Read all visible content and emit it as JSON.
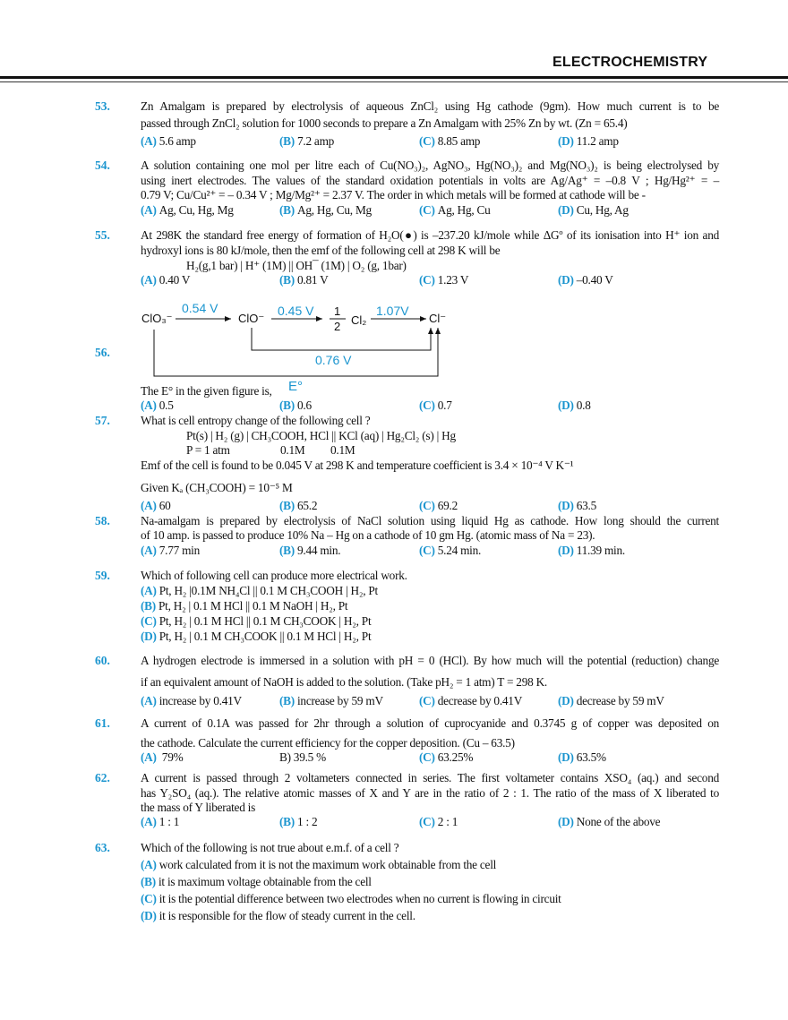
{
  "header": {
    "title": "ELECTROCHEMISTRY"
  },
  "colors": {
    "accent": "#1b95cf",
    "text": "#111111"
  },
  "questions": [
    {
      "number": "53.",
      "lines": [
        "Zn Amalgam is prepared by electrolysis of aqueous ZnCl₂ using Hg cathode (9gm). How much current is to be",
        "passed through ZnCl₂ solution for 1000 seconds to prepare a Zn Amalgam with 25% Zn by wt. (Zn = 65.4)"
      ],
      "options": [
        {
          "label": "(A)",
          "text": "5.6 amp"
        },
        {
          "label": "(B)",
          "text": "7.2 amp"
        },
        {
          "label": "(C)",
          "text": "8.85 amp"
        },
        {
          "label": "(D)",
          "text": "11.2 amp"
        }
      ]
    },
    {
      "number": "54.",
      "lines": [
        "A solution containing one mol per litre each of Cu(NO₃)₂, AgNO₃, Hg(NO₃)₂ and Mg(NO₃)₂ is being electrolysed by",
        "using inert electrodes. The values of the standard oxidation potentials in volts are Ag/Ag⁺ = –0.8 V ; Hg/Hg²⁺ = –",
        "0.79 V; Cu/Cu²⁺ = – 0.34 V ; Mg/Mg²⁺ = 2.37 V. The order in which metals will be formed at cathode will be -"
      ],
      "options": [
        {
          "label": "(A)",
          "text": "Ag, Cu, Hg, Mg"
        },
        {
          "label": "(B)",
          "text": "Ag, Hg, Cu, Mg"
        },
        {
          "label": "(C)",
          "text": "Ag, Hg, Cu"
        },
        {
          "label": "(D)",
          "text": "Cu, Hg, Ag"
        }
      ]
    },
    {
      "number": "55.",
      "lines": [
        "At 298K the standard free energy of formation of H₂O(●) is –237.20 kJ/mole while ΔGº of its ionisation into H⁺ ion and",
        "hydroxyl ions is 80 kJ/mole, then the emf of the following cell at 298 K will be",
        "H₂(g,1 bar) | H⁺ (1M) || OH¯ (1M) | O₂ (g, 1bar)"
      ],
      "options": [
        {
          "label": "(A)",
          "text": "0.40 V"
        },
        {
          "label": "(B)",
          "text": "0.81 V"
        },
        {
          "label": "(C)",
          "text": "1.23 V"
        },
        {
          "label": "(D)",
          "text": "–0.40 V"
        }
      ]
    },
    {
      "number": "56.",
      "lines": [
        "The E° in the given figure is,"
      ],
      "diagram": {
        "species": [
          "ClO₃⁻",
          "ClO⁻",
          "Cl₂",
          "Cl⁻"
        ],
        "half_num": "1",
        "half_den": "2",
        "potentials": [
          "0.54 V",
          "0.45 V",
          "1.07V",
          "0.76 V"
        ],
        "unknown": "E°"
      },
      "options": [
        {
          "label": "(A)",
          "text": "0.5"
        },
        {
          "label": "(B)",
          "text": "0.6"
        },
        {
          "label": "(C)",
          "text": "0.7"
        },
        {
          "label": "(D)",
          "text": "0.8"
        }
      ]
    },
    {
      "number": "57.",
      "lines": [
        "What is cell entropy change of the following cell ?",
        "Pt(s) | H₂ (g) | CH₃COOH, HCl || KCl (aq) | Hg₂Cl₂ (s) | Hg",
        "P = 1 atm",
        "0.1M",
        "0.1M",
        "Emf of the cell is found to be 0.045 V at 298 K and temperature coefficient is 3.4 × 10⁻⁴ V K⁻¹",
        "Given Kₐ (CH₃COOH) = 10⁻⁵  M"
      ],
      "options": [
        {
          "label": "(A)",
          "text": "60"
        },
        {
          "label": "(B)",
          "text": "65.2"
        },
        {
          "label": "(C)",
          "text": "69.2"
        },
        {
          "label": "(D)",
          "text": "63.5"
        }
      ]
    },
    {
      "number": "58.",
      "lines": [
        "Na-amalgam is prepared by electrolysis of NaCl solution using liquid Hg as cathode. How long should the current",
        "of 10 amp. is passed to produce 10% Na – Hg on a cathode of 10 gm Hg. (atomic mass of Na = 23)."
      ],
      "options": [
        {
          "label": "(A)",
          "text": "7.77 min"
        },
        {
          "label": "(B)",
          "text": "9.44 min."
        },
        {
          "label": "(C)",
          "text": "5.24 min."
        },
        {
          "label": "(D)",
          "text": "11.39 min."
        }
      ]
    },
    {
      "number": "59.",
      "lines": [
        "Which of following cell can produce more electrical work."
      ],
      "options": [
        {
          "label": "(A)",
          "text": "Pt, H₂ |0.1M NH₄Cl || 0.1 M CH₃COOH | H₂, Pt"
        },
        {
          "label": "(B)",
          "text": "Pt, H₂ | 0.1 M HCl || 0.1 M NaOH | H₂, Pt"
        },
        {
          "label": "(C)",
          "text": "Pt, H₂ | 0.1 M HCl || 0.1 M CH₃COOK | H₂, Pt"
        },
        {
          "label": "(D)",
          "text": "Pt, H₂ | 0.1 M CH₃COOK || 0.1 M HCl | H₂, Pt"
        }
      ]
    },
    {
      "number": "60.",
      "lines": [
        "A hydrogen electrode is immersed in a solution with pH = 0 (HCl). By how much will the potential (reduction) change",
        "if an equivalent amount of NaOH is added to the solution. (Take  pH₂  = 1 atm) T = 298 K."
      ],
      "options": [
        {
          "label": "(A)",
          "text": "increase by 0.41V"
        },
        {
          "label": "(B)",
          "text": "increase by 59 mV"
        },
        {
          "label": "(C)",
          "text": "decrease by 0.41V"
        },
        {
          "label": "(D)",
          "text": "decrease by 59 mV"
        }
      ]
    },
    {
      "number": "61.",
      "lines": [
        "A current of  0.1A was passed  for 2hr through a solution of cuprocyanide  and 0.3745 g of copper was deposited on",
        "the cathode. Calculate the current efficiency for the copper deposition. (Cu – 63.5)"
      ],
      "options": [
        {
          "label": "(A)",
          "text": " 79%"
        },
        {
          "label": "B)",
          "text": "39.5 %"
        },
        {
          "label": "(C)",
          "text": "63.25%"
        },
        {
          "label": "(D)",
          "text": "63.5%"
        }
      ]
    },
    {
      "number": "62.",
      "lines": [
        "A current is passed through 2 voltameters connected in series. The first voltameter contains XSO₄ (aq.) and second",
        "has Y₂SO₄ (aq.). The relative atomic masses of X and Y are in the ratio of 2 : 1. The ratio of the mass of X liberated to",
        "the mass of Y liberated is"
      ],
      "options": [
        {
          "label": "(A)",
          "text": "1 : 1"
        },
        {
          "label": "(B)",
          "text": "1 : 2"
        },
        {
          "label": "(C)",
          "text": "2 : 1"
        },
        {
          "label": "(D)",
          "text": "None of the above"
        }
      ]
    },
    {
      "number": "63.",
      "lines": [
        "Which of the following is not true about e.m.f. of a cell ?"
      ],
      "options": [
        {
          "label": "(A)",
          "text": "work calculated from it is not the maximum work obtainable from the cell"
        },
        {
          "label": "(B)",
          "text": "it is maximum voltage obtainable from the cell"
        },
        {
          "label": "(C)",
          "text": "it is the potential difference between two electrodes when no current is flowing in circuit"
        },
        {
          "label": "(D)",
          "text": "it is responsible for the flow of steady current in the cell."
        }
      ]
    }
  ]
}
